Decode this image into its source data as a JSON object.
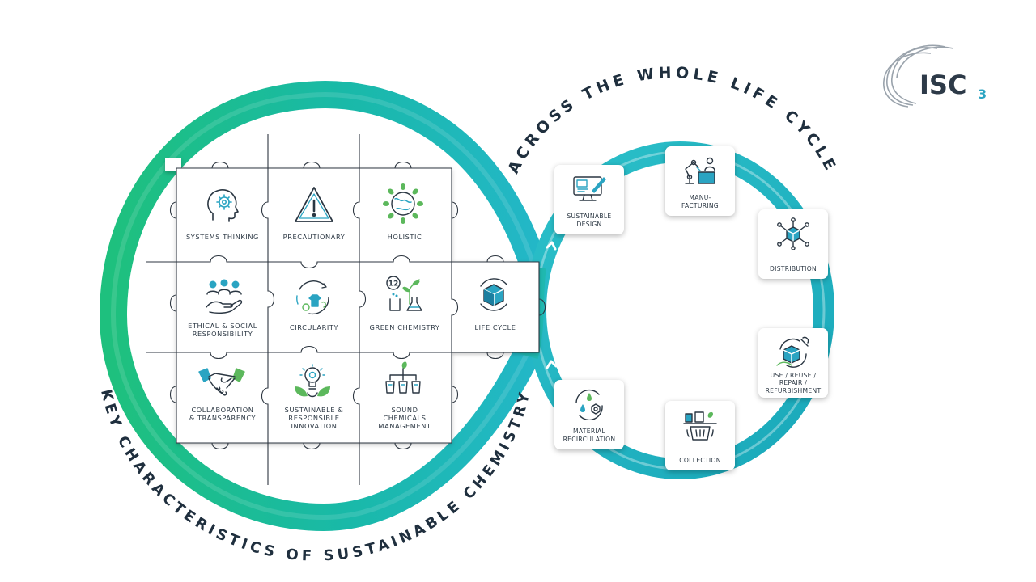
{
  "logo": {
    "text": "ISC",
    "subscript": "3"
  },
  "titles": {
    "arc_top": "ACROSS THE WHOLE LIFE CYCLE",
    "arc_bottom": "KEY CHARACTERISTICS OF SUSTAINABLE CHEMISTRY"
  },
  "tiles": [
    {
      "id": "systems-thinking",
      "icon": "head-gear-icon",
      "lines": [
        "SYSTEMS THINKING"
      ]
    },
    {
      "id": "precautionary",
      "icon": "warning-triangle-icon",
      "lines": [
        "PRECAUTIONARY"
      ]
    },
    {
      "id": "holistic",
      "icon": "globe-leaves-icon",
      "lines": [
        "HOLISTIC"
      ]
    },
    {
      "id": "ethical-social",
      "icon": "people-hand-icon",
      "lines": [
        "ETHICAL & SOCIAL",
        "RESPONSIBILITY"
      ]
    },
    {
      "id": "circularity",
      "icon": "circular-arrows-shirt-icon",
      "lines": [
        "CIRCULARITY"
      ]
    },
    {
      "id": "green-chemistry",
      "icon": "flask-plant-12-icon",
      "lines": [
        "GREEN CHEMISTRY"
      ]
    },
    {
      "id": "collaboration",
      "icon": "handshake-icon",
      "lines": [
        "COLLABORATION",
        "& TRANSPARENCY"
      ]
    },
    {
      "id": "sustainable-innovation",
      "icon": "bulb-leaves-icon",
      "lines": [
        "SUSTAINABLE &",
        "RESPONSIBLE",
        "INNOVATION"
      ]
    },
    {
      "id": "sound-chemicals",
      "icon": "bins-leaf-icon",
      "lines": [
        "SOUND",
        "CHEMICALS",
        "MANAGEMENT"
      ]
    },
    {
      "id": "life-cycle",
      "icon": "box-cycle-icon",
      "lines": [
        "LIFE CYCLE"
      ]
    }
  ],
  "stages": [
    {
      "id": "sustainable-design",
      "icon": "monitor-design-icon",
      "label": "SUSTAINABLE\nDESIGN"
    },
    {
      "id": "manufacturing",
      "icon": "robot-arm-icon",
      "label": "MANU-\nFACTURING"
    },
    {
      "id": "distribution",
      "icon": "network-box-icon",
      "label": "DISTRIBUTION"
    },
    {
      "id": "use-reuse",
      "icon": "box-wrench-cycle-icon",
      "label": "USE / REUSE /\nREPAIR /\nREFURBISHMENT"
    },
    {
      "id": "collection",
      "icon": "bin-collection-icon",
      "label": "COLLECTION"
    },
    {
      "id": "material-recirculation",
      "icon": "droplets-cycle-icon",
      "label": "MATERIAL\nRECIRCULATION"
    }
  ],
  "colors": {
    "green": "#1fbf87",
    "teal": "#1fb6c1",
    "dark": "#2a3642",
    "icon_teal": "#2aa4c2",
    "icon_green": "#5cb85c"
  }
}
